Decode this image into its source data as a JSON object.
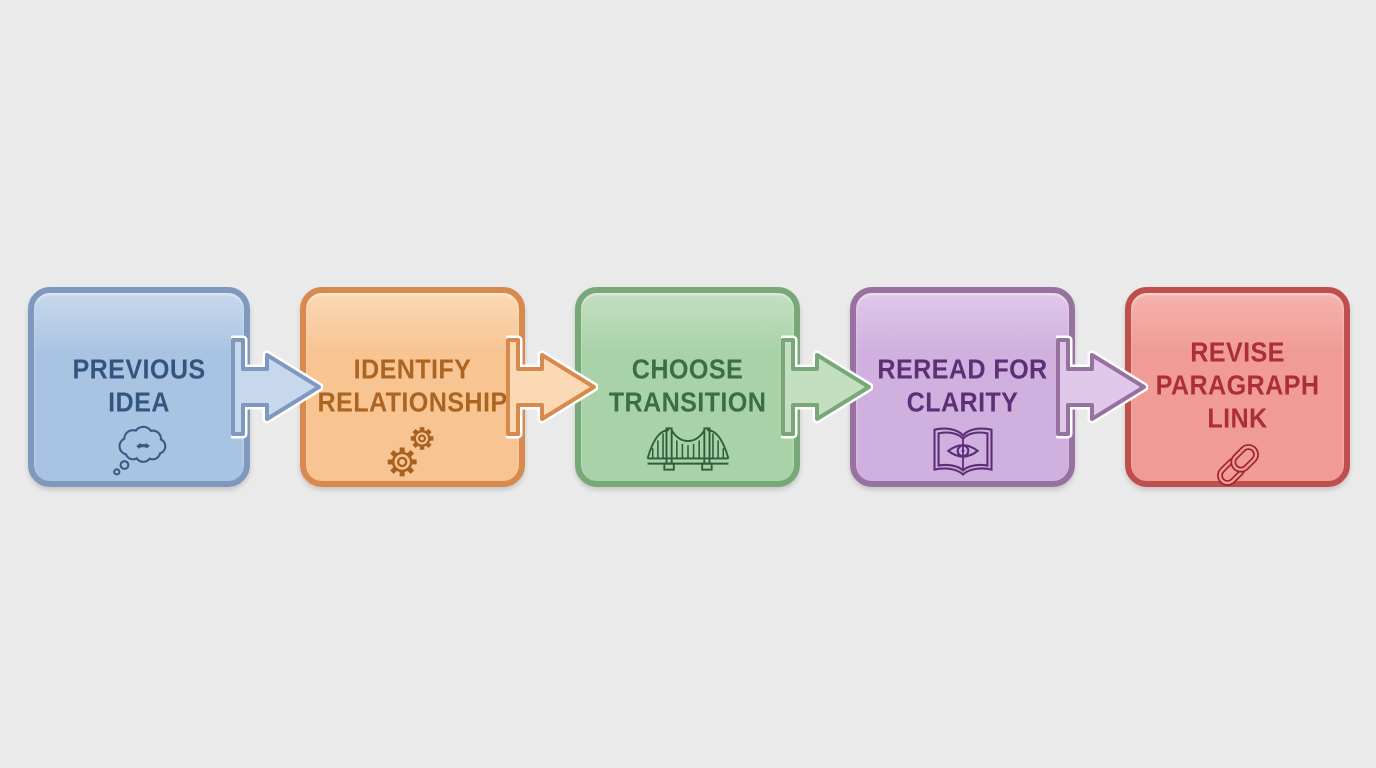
{
  "background_color": "#eaeaea",
  "steps": [
    {
      "label": "PREVIOUS\nIDEA",
      "icon": "thought-bubble-icon",
      "fill": "#a9c4e3",
      "fill_light": "#c7d8ec",
      "border": "#7e99bd",
      "text_color": "#33567e",
      "icon_color": "#3a5c85",
      "has_arrow_to_next": true
    },
    {
      "label": "IDENTIFY\nRELATIONSHIP",
      "icon": "gears-icon",
      "fill": "#f7c492",
      "fill_light": "#fbd9b5",
      "border": "#d8894d",
      "text_color": "#ad6420",
      "icon_color": "#a8611f",
      "has_arrow_to_next": true
    },
    {
      "label": "CHOOSE\nTRANSITION",
      "icon": "bridge-icon",
      "fill": "#a9d2a9",
      "fill_light": "#c3dfc0",
      "border": "#78a878",
      "text_color": "#3a6e44",
      "icon_color": "#2f5e3a",
      "has_arrow_to_next": true
    },
    {
      "label": "REREAD FOR\nCLARITY",
      "icon": "open-book-eye-icon",
      "fill": "#d0b0df",
      "fill_light": "#e0c8ea",
      "border": "#97719f",
      "text_color": "#5d2f77",
      "icon_color": "#5d2f77",
      "has_arrow_to_next": true
    },
    {
      "label": "REVISE\nPARAGRAPH\nLINK",
      "icon": "chain-link-icon",
      "fill": "#f09b95",
      "fill_light": "#f6b3ac",
      "border": "#bf4f4c",
      "text_color": "#ab2f35",
      "icon_color": "#9e2428",
      "has_arrow_to_next": false
    }
  ]
}
